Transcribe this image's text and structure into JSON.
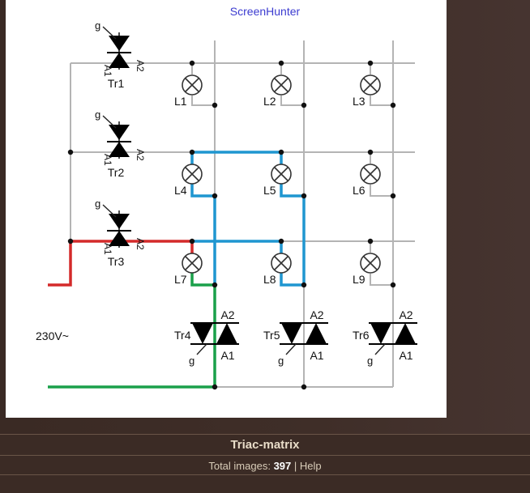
{
  "watermark": "ScreenHunter",
  "diagram": {
    "supply_label": "230V~",
    "row_triacs": [
      {
        "name": "Tr1",
        "gate": "g",
        "a1": "A1",
        "a2": "A2"
      },
      {
        "name": "Tr2",
        "gate": "g",
        "a1": "A1",
        "a2": "A2"
      },
      {
        "name": "Tr3",
        "gate": "g",
        "a1": "A1",
        "a2": "A2"
      }
    ],
    "col_triacs": [
      {
        "name": "Tr4",
        "gate": "g",
        "a1": "A1",
        "a2": "A2"
      },
      {
        "name": "Tr5",
        "gate": "g",
        "a1": "A1",
        "a2": "A2"
      },
      {
        "name": "Tr6",
        "gate": "g",
        "a1": "A1",
        "a2": "A2"
      }
    ],
    "lamps": [
      "L1",
      "L2",
      "L3",
      "L4",
      "L5",
      "L6",
      "L7",
      "L8",
      "L9"
    ],
    "highlight_colors": {
      "live": "#d42a2a",
      "return": "#1aa04a",
      "sneak_path": "#1f96d0"
    }
  },
  "caption": "Triac-matrix",
  "footer": {
    "total_label": "Total images:",
    "total_count": "397",
    "separator": "|",
    "help_link": "Help"
  }
}
